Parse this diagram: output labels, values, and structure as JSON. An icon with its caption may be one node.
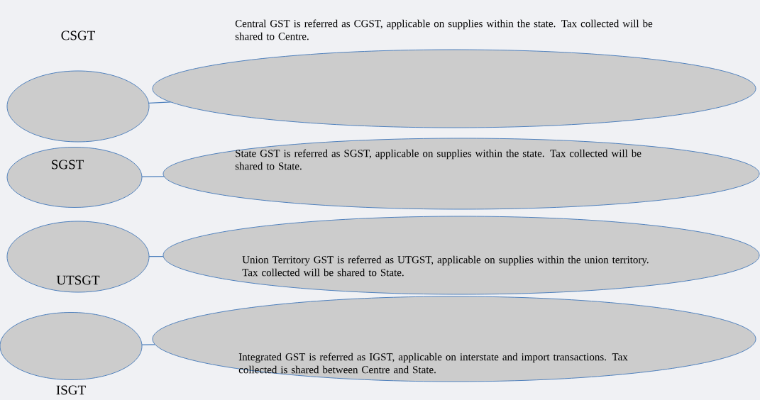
{
  "diagram": {
    "nodes": [
      {
        "text": [
          "CSGT"
        ]
      },
      {
        "text": [
          "Central GST is referred as CGST, applicable on supplies within the state. Tax collected will be shared to Centre."
        ]
      },
      {
        "text": [
          "SGST"
        ]
      },
      {
        "text": [
          "State GST is referred as SGST, applicable on supplies within the state. Tax collected will be shared to State."
        ]
      },
      {
        "text": [
          "UTSGT"
        ]
      },
      {
        "text": [
          "Union Territory GST is referred as UTGST, applicable on supplies within the union territory. Tax collected will be shared to State."
        ]
      },
      {
        "text": [
          "ISGT"
        ]
      },
      {
        "text": [
          "Integrated GST is referred as IGST, applicable on interstate and import transactions. Tax collected is shared between Centre and State."
        ]
      }
    ],
    "edges": [
      {
        "from": 0,
        "to": 1,
        "arrow": "none"
      },
      {
        "from": 2,
        "to": 3,
        "arrow": "none"
      },
      {
        "from": 4,
        "to": 5,
        "arrow": "none"
      },
      {
        "from": 6,
        "to": 7,
        "arrow": "none"
      }
    ]
  }
}
